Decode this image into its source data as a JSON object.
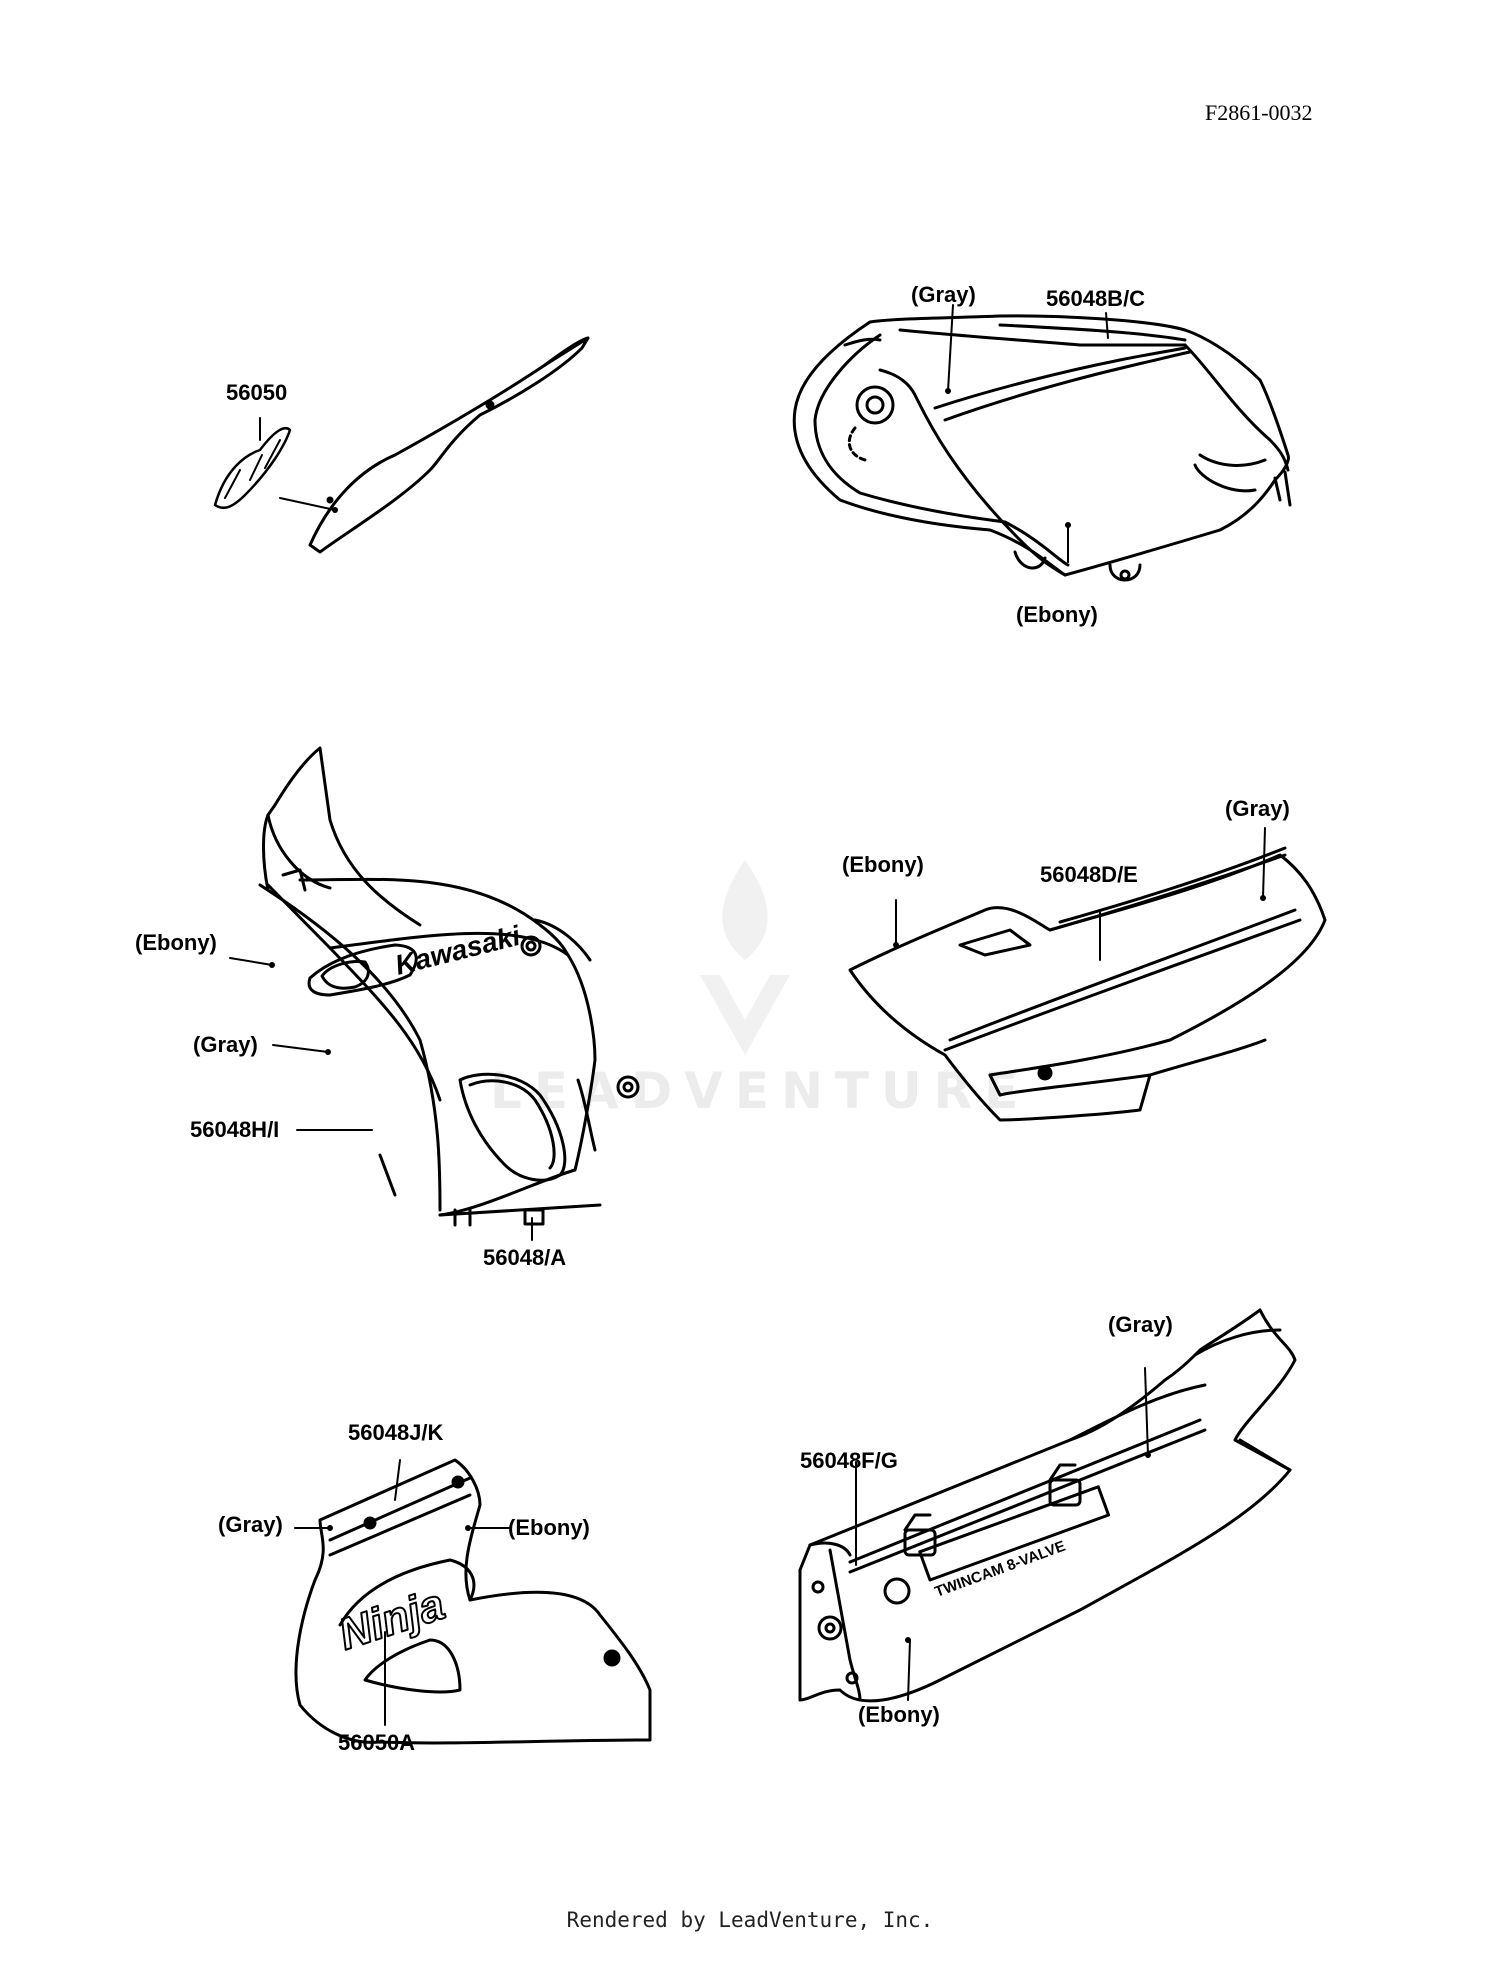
{
  "figure_id": "F2861-0032",
  "footer": "Rendered by LeadVenture, Inc.",
  "watermark": "LEADVENTURE",
  "decals": {
    "kawasaki": "Kawasaki",
    "ninja": "Ninja",
    "twincam": "TWINCAM 8-VALVE"
  },
  "colors": {
    "line": "#000000",
    "paper": "#ffffff",
    "watermark": "#ececec"
  },
  "labels": {
    "p56050": "56050",
    "gray_tank": "(Gray)",
    "p56048bc": "56048B/C",
    "ebony_tank": "(Ebony)",
    "ebony_fairing": "(Ebony)",
    "gray_fairing": "(Gray)",
    "p56048hi": "56048H/I",
    "p56048a": "56048/A",
    "ebony_side": "(Ebony)",
    "p56048de": "56048D/E",
    "gray_side": "(Gray)",
    "p56048jk": "56048J/K",
    "gray_lower": "(Gray)",
    "ebony_lower": "(Ebony)",
    "p56050a": "56050A",
    "gray_tail": "(Gray)",
    "p56048fg": "56048F/G",
    "ebony_tail": "(Ebony)"
  }
}
